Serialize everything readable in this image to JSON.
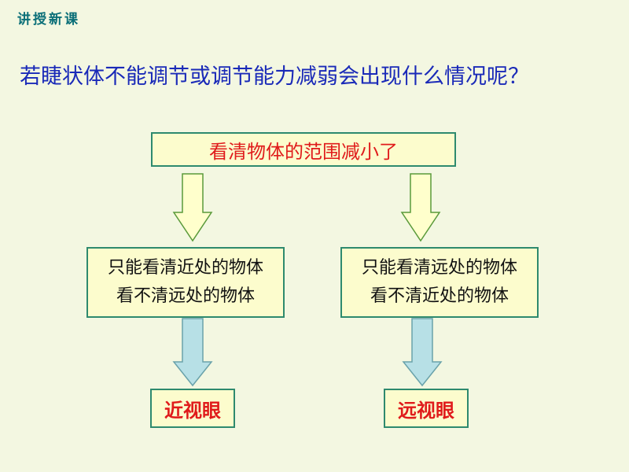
{
  "header": {
    "label": "讲授新课"
  },
  "question": "若睫状体不能调节或调节能力减弱会出现什么情况呢？",
  "diagram": {
    "top_box": "看清物体的范围减小了",
    "left_branch": {
      "line1": "只能看清近处的物体",
      "line2": "看不清远处的物体",
      "result": "近视眼"
    },
    "right_branch": {
      "line1": "只能看清远处的物体",
      "line2": "看不清近处的物体",
      "result": "远视眼"
    }
  },
  "colors": {
    "background": "#f3f7e1",
    "header": "#0b6f78",
    "question": "#1a2ab8",
    "box_fill": "#fcfccd",
    "box_border": "#2e8a6e",
    "highlight_text": "#e01b1b",
    "yellow_arrow": "#ffffcc",
    "blue_arrow": "#b7e0e6"
  }
}
